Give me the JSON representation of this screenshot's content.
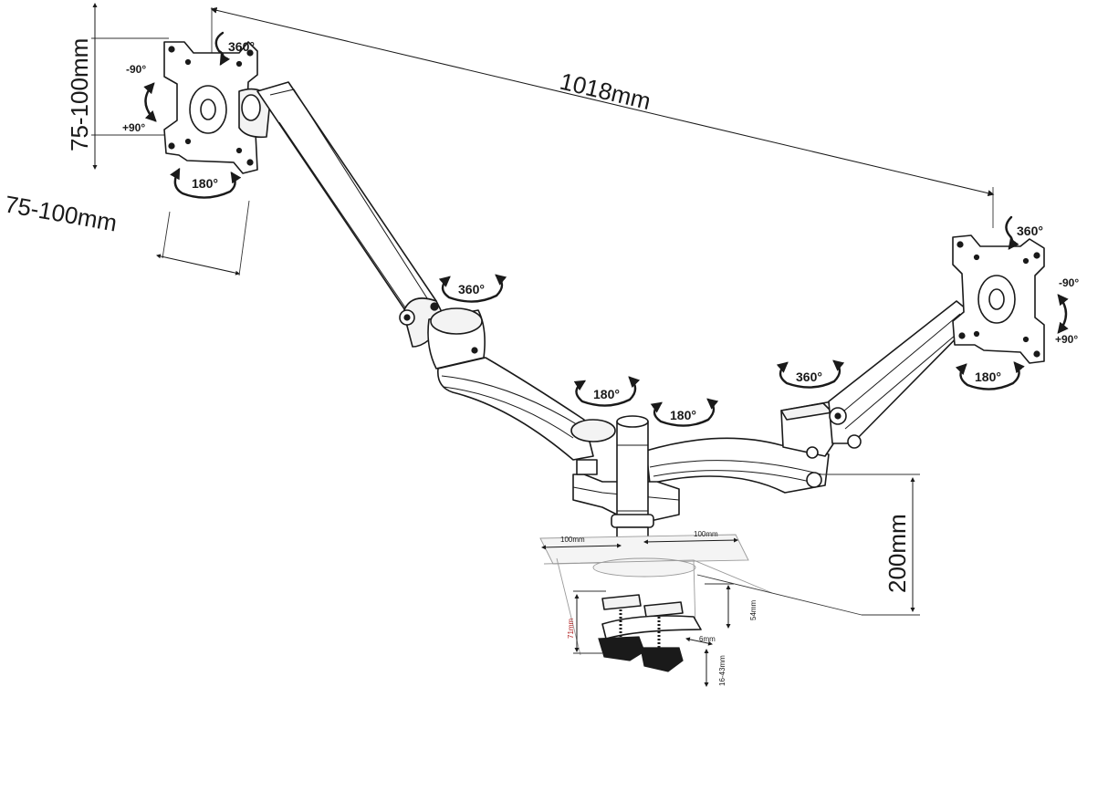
{
  "dimensions": {
    "span": "1018mm",
    "vesa_vertical": "75-100mm",
    "vesa_horizontal": "75-100mm",
    "pole_height": "200mm",
    "base_left": "100mm",
    "base_right": "100mm",
    "clamp_total": "71mm",
    "clamp_upper": "54mm",
    "clamp_plate": "6mm",
    "desk_range": "16-43mm"
  },
  "rotations": {
    "left_plate_spin": "360°",
    "left_tilt_up": "-90°",
    "left_tilt_down": "+90°",
    "left_plate_swivel": "180°",
    "left_elbow": "360°",
    "left_arm_swivel": "180°",
    "right_arm_swivel": "180°",
    "right_elbow": "360°",
    "right_plate_spin": "360°",
    "right_tilt_up": "-90°",
    "right_tilt_down": "+90°",
    "right_plate_swivel": "180°"
  },
  "colors": {
    "line": "#1a1a1a",
    "highlight": "#b22222"
  }
}
